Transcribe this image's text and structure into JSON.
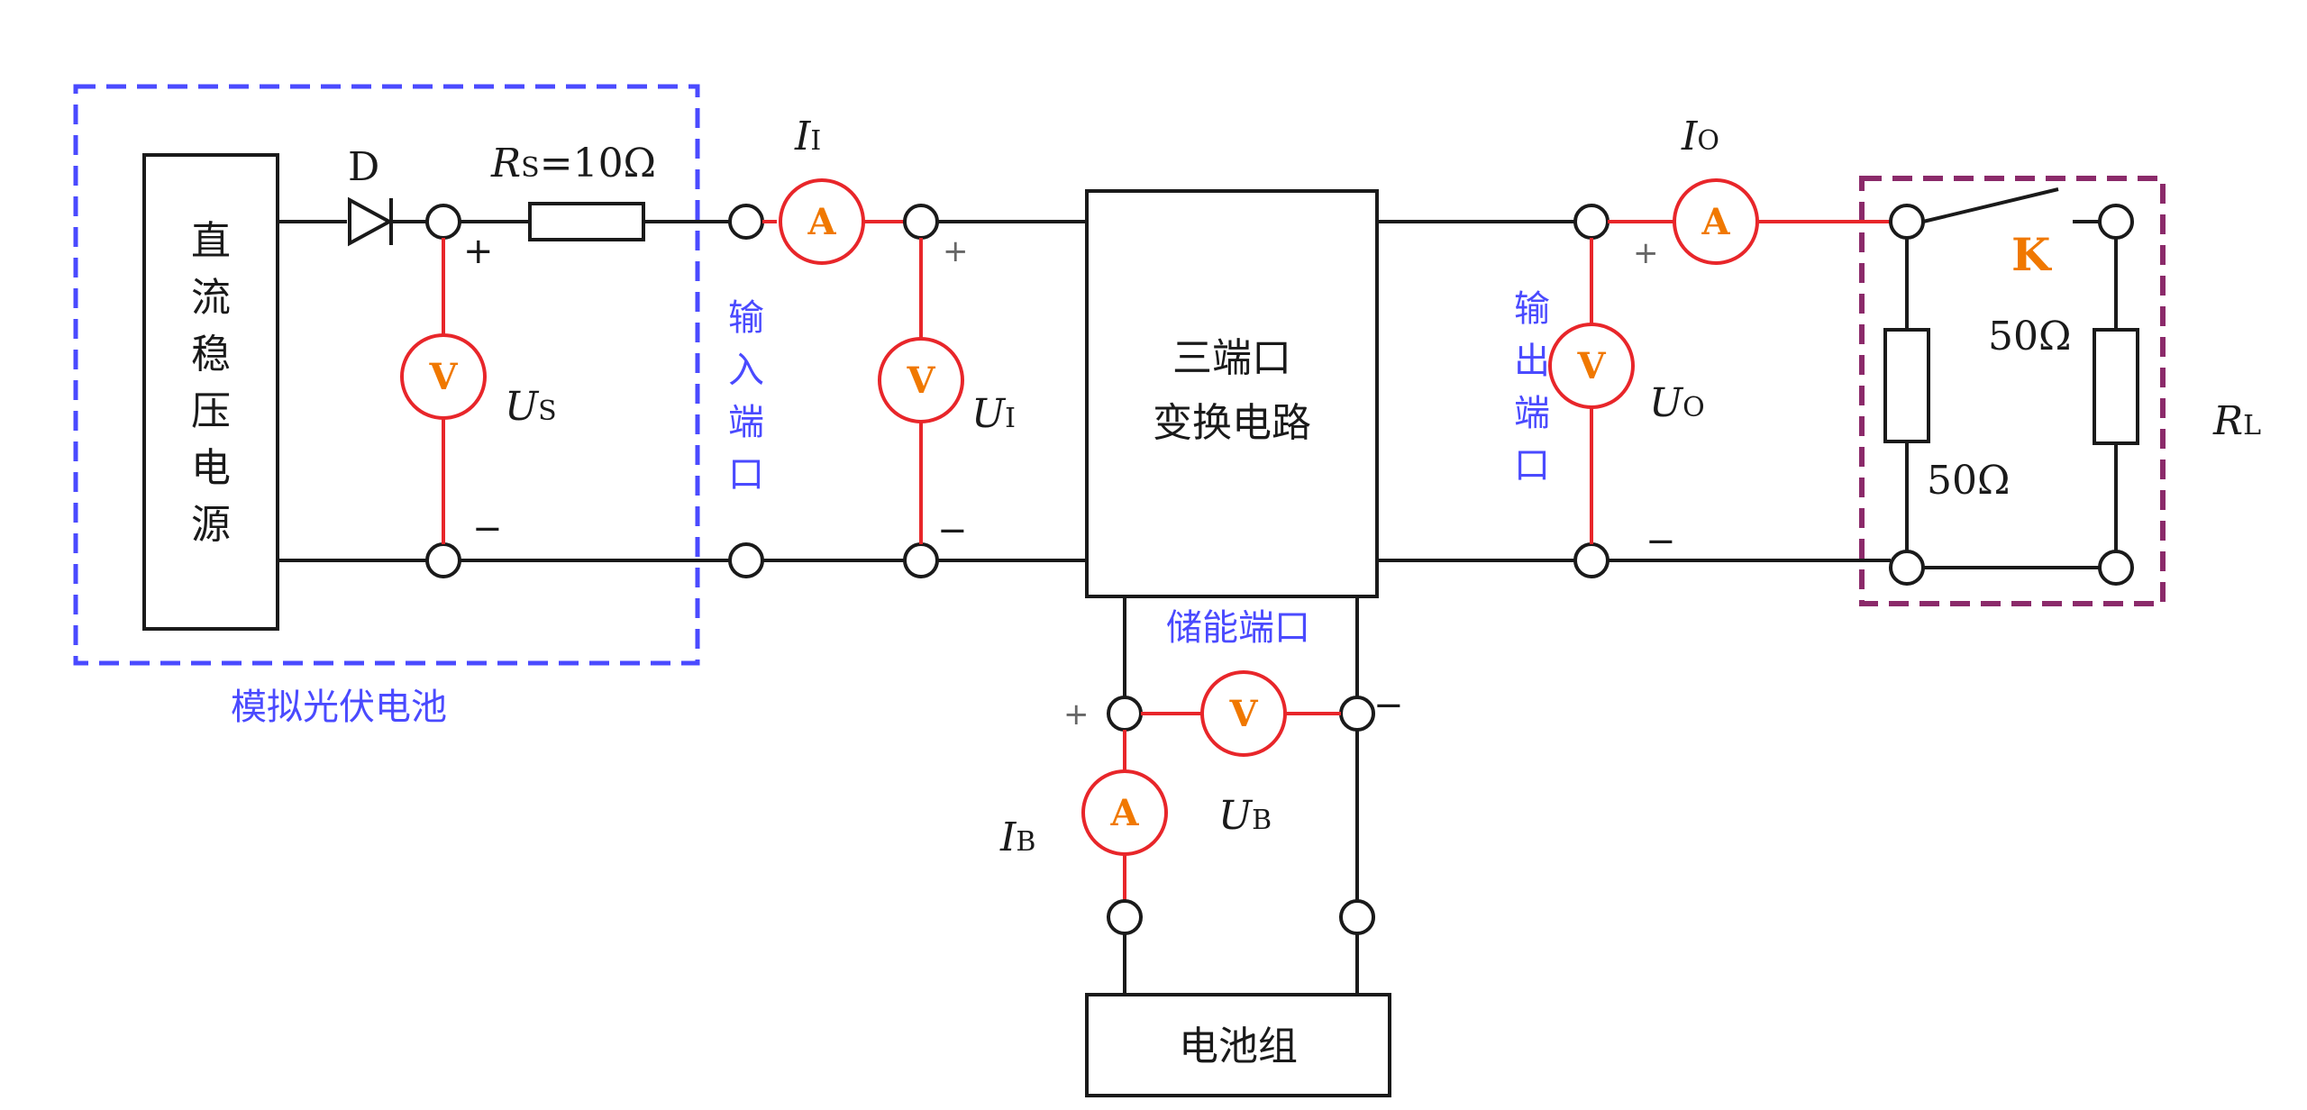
{
  "source_block": {
    "lines": [
      "直",
      "流",
      "稳",
      "压",
      "电",
      "源"
    ]
  },
  "diode_label": "D",
  "rs": {
    "symbol": "R",
    "sub": "S",
    "value": "=10Ω"
  },
  "ii": {
    "symbol": "I",
    "sub": "I"
  },
  "io": {
    "symbol": "I",
    "sub": "O"
  },
  "ib": {
    "symbol": "I",
    "sub": "B"
  },
  "us": {
    "symbol": "U",
    "sub": "S"
  },
  "ui": {
    "symbol": "U",
    "sub": "I"
  },
  "uo": {
    "symbol": "U",
    "sub": "O"
  },
  "ub": {
    "symbol": "U",
    "sub": "B"
  },
  "rl": {
    "symbol": "R",
    "sub": "L"
  },
  "ammeter_glyph": "A",
  "voltmeter_glyph": "V",
  "plus": "+",
  "minus": "−",
  "input_port": {
    "lines": [
      "输",
      "入",
      "端",
      "口"
    ]
  },
  "output_port": {
    "lines": [
      "输",
      "出",
      "端",
      "口"
    ]
  },
  "converter_block": {
    "line1": "三端口",
    "line2": "变换电路"
  },
  "storage_port": "储能端口",
  "battery_block": "电池组",
  "pv_label": "模拟光伏电池",
  "switch_label": "K",
  "load_resistor_1": "50Ω",
  "load_resistor_2": "50Ω",
  "colors": {
    "wire": "#1a1a1a",
    "meter": "#e8262a",
    "meter_glyph": "#f07800",
    "blue": "#4a4aff",
    "box_purple": "#8b2a6a",
    "switch_label": "#f07800"
  }
}
